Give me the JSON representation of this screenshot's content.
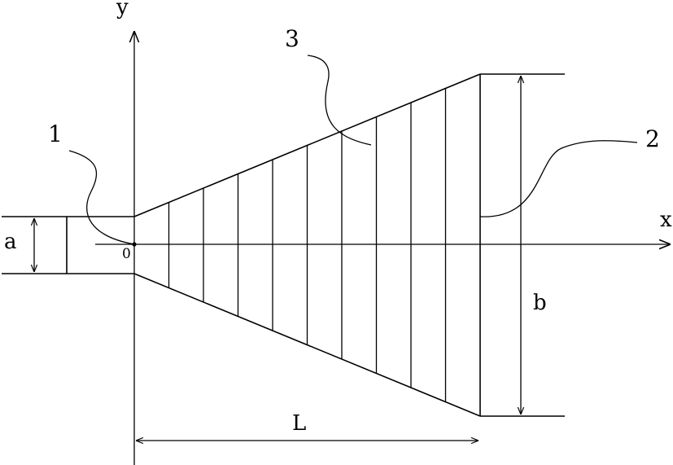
{
  "labels": {
    "axis_x": "x",
    "axis_y": "y",
    "origin": "0",
    "dim_a": "a",
    "dim_b": "b",
    "dim_L": "L",
    "callout_1": "1",
    "callout_2": "2",
    "callout_3": "3"
  },
  "hatch_line_count": 10
}
